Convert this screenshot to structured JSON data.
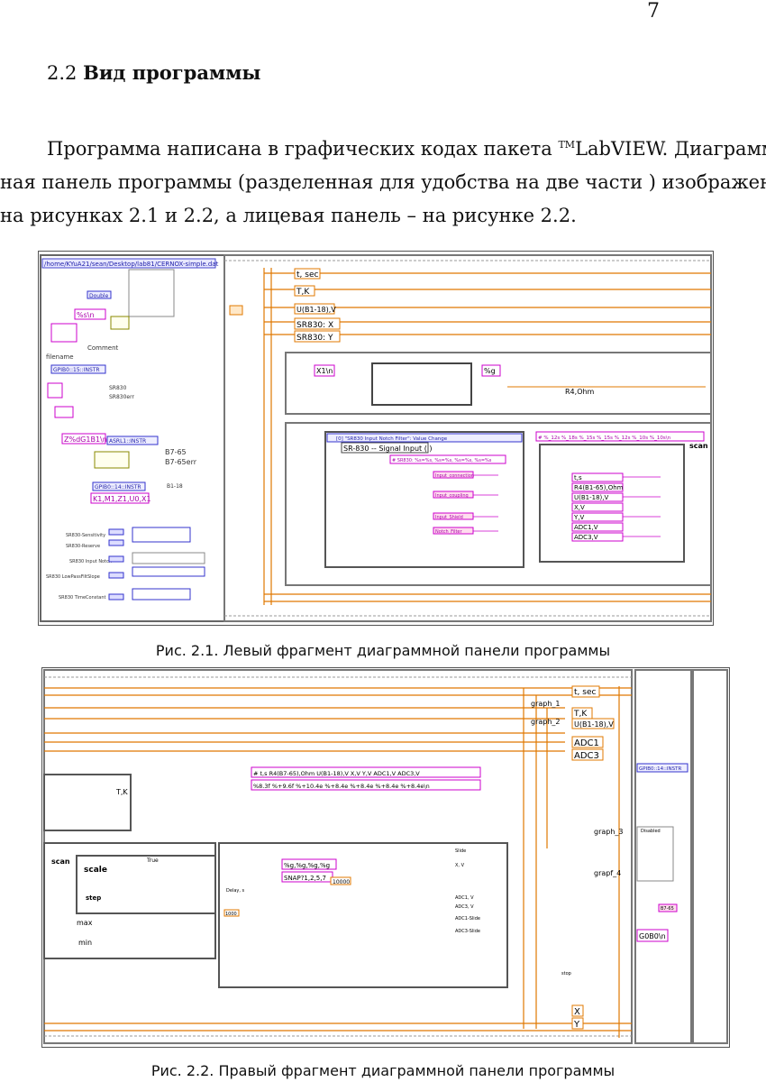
{
  "page": {
    "number": "7",
    "section_number": "2.2",
    "section_title": "Вид программы",
    "paragraph": {
      "line1_a": "Программа написана в графических кодах пакета ",
      "tm": "TM",
      "line1_b": "LabVIEW. Диаграмм-",
      "line2": "ная панель программы (разделенная для удобства на две части ) изображена",
      "line3": "на рисунках 2.1 и 2.2, а лицевая панель – на рисунке 2.2."
    }
  },
  "figure1": {
    "caption": "Рис. 2.1.  Левый фрагмент диаграммной панели программы",
    "labels": {
      "path": "/home/KYuA21/sean/Desktop/lab81/CERNOX-simple.dat",
      "double": "Double",
      "fmt_s": "%s\\n",
      "comment": "Comment",
      "filename": "filename",
      "gpib_instr": "GPIB0::15::INSTR",
      "sr830": "SR830",
      "sr830err": "SR830err",
      "z_fmt": "Z%dG1B1\\n",
      "asrl": "ASRL1::INSTR",
      "b7_65": "B7-65",
      "b7_65err": "B7-65err",
      "b1_18": "B1-18",
      "k1": "K1,M1,Z1,U0,X1",
      "gpib14": "GPIB0::14::INSTR",
      "sens": "SR830-Sensitivity",
      "reserve": "SR830-Reserve",
      "notch": "SR830 Input Notch",
      "lowpass": "SR830 LowPassFiltSlope",
      "timeconst": "SR830 TimeConstant",
      "t_sec": "t, sec",
      "t_k": "T,K",
      "u_b1": "U(B1-18),V",
      "sr830x": "SR830: X",
      "sr830y": "SR830: Y",
      "x1n": "X1\\n",
      "pct_g": "%g",
      "r4ohm": "R4,Ohm",
      "event": "[0] \"SR830 Input Notch Filter\": Value Change",
      "signal_input": "SR-830  --  Signal Input (  )",
      "sr830_fmt": "# SR830: %s=%s, %s=%s, %s=%s, %s=%s",
      "header_fmt": "# %_12s %_18s %_15s %_15s %_12s %_10s %_10s\\n",
      "scan": "scan",
      "t_s": "t,s",
      "r4b7": "R4(B1-65),Ohm",
      "xv": "X,V",
      "yv": "Y,V",
      "adc1": "ADC1,V",
      "adc3": "ADC3,V",
      "input_conn": "Input_connection",
      "input_coupling": "Input_coupling",
      "input_shield": "Input_Shield",
      "notch_filter": "Notch_Filter"
    }
  },
  "figure2": {
    "caption": "Рис. 2.2. Правый фрагмент диаграммной панели программы",
    "labels": {
      "graph1": "graph_1",
      "graph2": "graph_2",
      "graph3": "graph_3",
      "graph4": "grapf_4",
      "t_sec": "t, sec",
      "t_k": "T,K",
      "u_b1": "U(B1-18),V",
      "adc1": "ADC1",
      "adc3": "ADC3",
      "hdr": "# t,s  R4(B7-65),Ohm   U(B1-18),V     X,V    Y,V     ADC1,V   ADC3,V",
      "fmt": "%8.3f   %+9.6f     %+10.4e  %+8.4e  %+8.4e   %+8.4e %+8.4e\\n",
      "gpib14": "GPIB0::14::INSTR",
      "scan": "scan",
      "scale": "scale",
      "step": "step",
      "true_lbl": "True",
      "max": "max",
      "min": "min",
      "pct_g4": "%g,%g,%g,%g",
      "snap": "SNAP?1,2,5,7",
      "n10000": "10000",
      "n1000": "1000",
      "delay": "Delay, s",
      "x": "X",
      "y": "Y",
      "g0b0": "G0B0\\n",
      "b7_65": "B7-65",
      "disabled": "Disabled",
      "stop": "stop",
      "tk_small": "T,K",
      "slide": "Slide",
      "xv": "X, V",
      "adc1v": "ADC1, V",
      "adc3v": "ADC3, V",
      "adc1slide": "ADC1-Slide",
      "adc3slide": "ADC3-Slide"
    }
  }
}
